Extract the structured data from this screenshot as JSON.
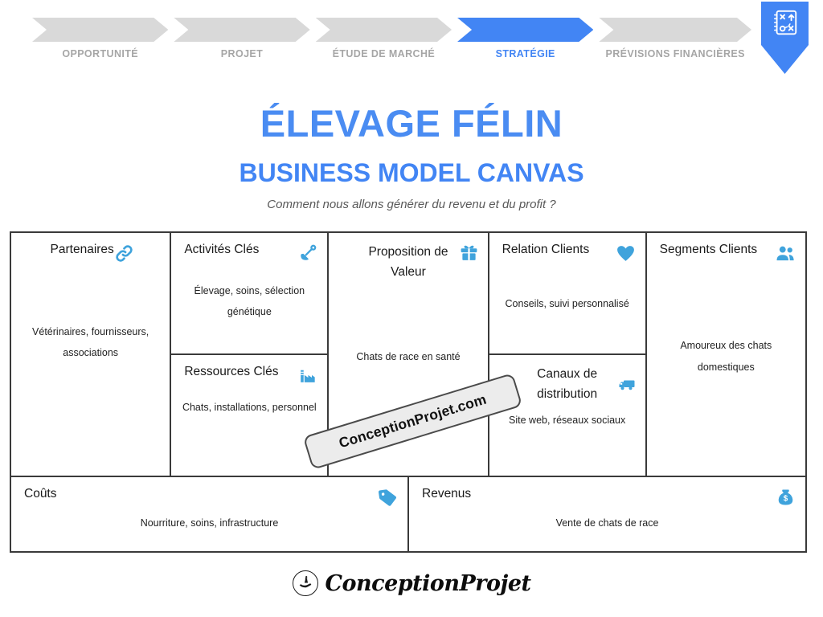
{
  "process_nav": {
    "steps": [
      {
        "label": "OPPORTUNITÉ",
        "active": false
      },
      {
        "label": "PROJET",
        "active": false
      },
      {
        "label": "ÉTUDE DE MARCHÉ",
        "active": false
      },
      {
        "label": "STRATÉGIE",
        "active": true
      },
      {
        "label": "PRÉVISIONS FINANCIÈRES",
        "active": false
      }
    ],
    "pennant_icon": "strategy-board-icon"
  },
  "header": {
    "title": "ÉLEVAGE FÉLIN",
    "subtitle": "BUSINESS MODEL CANVAS",
    "tagline": "Comment nous allons générer du revenu et du profit ?"
  },
  "canvas": {
    "partners": {
      "title": "Partenaires",
      "icon": "link-icon",
      "content": "Vétérinaires, fournisseurs, associations"
    },
    "key_activities": {
      "title": "Activités Clés",
      "icon": "shovel-icon",
      "content": "Élevage, soins, sélection génétique"
    },
    "key_resources": {
      "title": "Ressources Clés",
      "icon": "factory-icon",
      "content": "Chats, installations, personnel"
    },
    "value_proposition": {
      "title": "Proposition de Valeur",
      "icon": "gift-icon",
      "content": "Chats de race en santé"
    },
    "customer_relations": {
      "title": "Relation Clients",
      "icon": "heart-icon",
      "content": "Conseils, suivi personnalisé"
    },
    "channels": {
      "title": "Canaux de distribution",
      "icon": "truck-icon",
      "content": "Site web, réseaux sociaux"
    },
    "customer_segments": {
      "title": "Segments Clients",
      "icon": "users-icon",
      "content": "Amoureux des chats domestiques"
    },
    "costs": {
      "title": "Coûts",
      "icon": "tag-icon",
      "content": "Nourriture, soins, infrastructure"
    },
    "revenues": {
      "title": "Revenus",
      "icon": "money-bag-icon",
      "content": "Vente de chats de race"
    }
  },
  "watermark": {
    "text": "ConceptionProjet.com"
  },
  "footer": {
    "brand": "ConceptionProjet",
    "logo": "hand-holding-icon"
  },
  "colors": {
    "accent_blue": "#4285f4",
    "title_blue": "#4a8cf2",
    "icon_blue": "#3fa3dc",
    "inactive_gray": "#d9d9d9",
    "label_gray": "#a6a6a6",
    "border_dark": "#3a3a3a"
  }
}
